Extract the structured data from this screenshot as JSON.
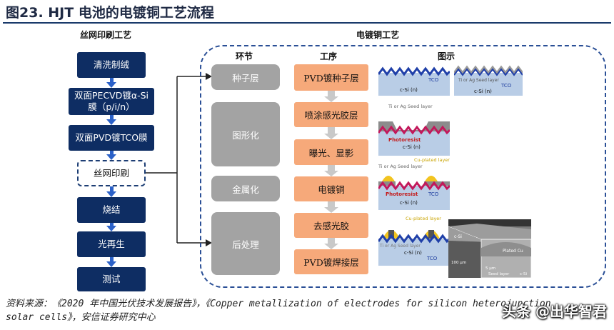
{
  "title": "图23. HJT 电池的电镀铜工艺流程",
  "left_section": {
    "heading": "丝网印刷工艺",
    "steps": [
      "清洗制绒",
      "双面PECVD镀α-Si\n膜（p/i/n）",
      "双面PVD镀TCO膜",
      "丝网印刷",
      "烧结",
      "光再生",
      "测试"
    ]
  },
  "right_section": {
    "heading": "电镀铜工艺",
    "col_stage": "环节",
    "col_process": "工序",
    "col_figure": "图示",
    "stages": [
      "种子层",
      "图形化",
      "金属化",
      "后处理"
    ],
    "processes": [
      "PVD镀种子层",
      "喷涂感光胶层",
      "曝光、显影",
      "电镀铜",
      "去感光胶",
      "PVD镀焊接层"
    ],
    "figure_labels": {
      "tco": "TCO",
      "csi": "c-Si (n)",
      "seed": "Ti or Ag Seed layer",
      "photoresist": "Photoresist",
      "cu_plated": "Cu-plated layer",
      "scale": "100 µm",
      "scale2": "5 µm",
      "plated_cu": "Plated Cu",
      "seed_layer": "Seed layer",
      "csi_short": "c-Si",
      "tco_img": "TCO"
    }
  },
  "source_line1": "资料来源：《2020 年中国光伏技术发展报告》，《Copper metallization of electrodes for silicon heterojunction",
  "source_line2": "solar cells》，安信证券研究中心",
  "watermark": "头条 @出华智君",
  "colors": {
    "navy": "#0e2d63",
    "blue_arrow": "#2b61c8",
    "gray_box": "#a3a3a3",
    "orange_box": "#f6a97a",
    "dashed_border": "#2a4f96"
  }
}
